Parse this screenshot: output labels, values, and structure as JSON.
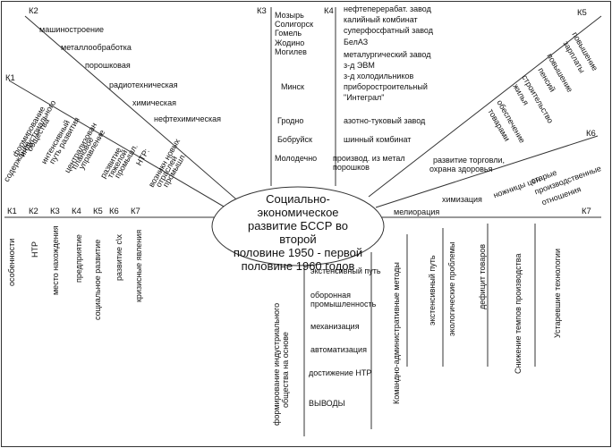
{
  "center": {
    "line1": "Социально-экономическое",
    "line2": "развитие БССР во второй",
    "line3": "половине 1950 - первой",
    "line4": "половине 1960 годов"
  },
  "labels": {
    "k2_top": "К2",
    "k1_diag": "К1",
    "k3": "К3",
    "k4": "К4",
    "k5": "К5",
    "k6": "К6",
    "k7_right": "К7",
    "bottom": [
      "К1",
      "К2",
      "К3",
      "К4",
      "К5",
      "К6",
      "К7"
    ]
  },
  "k2": [
    "машиностроение",
    "металлообработка",
    "порошковая",
    "радиотехническая",
    "химическая",
    "нефтехимическая"
  ],
  "k1diag": {
    "label": "содержание",
    "items": [
      [
        "формирование",
        "индустриального",
        "общества"
      ],
      [
        "интенсивный",
        "путь развития"
      ],
      [
        "централизован",
        "плановое",
        "управление"
      ],
      [
        "развитие",
        "тяжелой",
        "промышл."
      ],
      [
        "НТР:"
      ],
      [
        "возникн новых",
        "отраслей",
        "промышл."
      ]
    ]
  },
  "k3": [
    "Мозырь",
    "Солигорск",
    "Гомель",
    "Жодино",
    "Могилев",
    "Минск",
    "Гродно",
    "Бобруйск",
    "Молодечно"
  ],
  "k4": [
    "нефтеперерабат. завод",
    "калийный комбинат",
    "суперфосфатный завод",
    "БелАЗ",
    "металургический завод",
    "з-д ЭВМ",
    "з-д холодильников",
    "приборостроительный",
    "\"Интеграл\"",
    "азотно-туковый завод",
    "шинный комбинат",
    "производ. из метал",
    "порошков"
  ],
  "k5": [
    "повышение",
    "зарплаты",
    "повышение",
    "пенсий",
    "строительство",
    "жилья",
    "обеспечение",
    "товарами",
    "развитие торговли,",
    "охрана здоровья"
  ],
  "k6": [
    "старые",
    "производственные",
    "отношения",
    "ножницы цен",
    "химизация",
    "мелиорация"
  ],
  "bottom_left": [
    "особенности",
    "НТР",
    "место нахождения",
    "предприятие",
    "социальное развитие",
    "развитие с\\х",
    "кризисные явления"
  ],
  "bottom_center": {
    "vertical": [
      "формирование индустриального",
      "общества на основе"
    ],
    "items": [
      "экстенсивный путь",
      "оборонная",
      "промышленность",
      "механизация",
      "автоматизация",
      "достижение НТР",
      "ВЫВОДЫ"
    ]
  },
  "bottom_right": [
    "Командно-административные методы",
    "экстенсивный путь",
    "экологические проблемы",
    "дефицит товаров",
    "Снижение темпов производства",
    "Устаревшие технологии"
  ]
}
